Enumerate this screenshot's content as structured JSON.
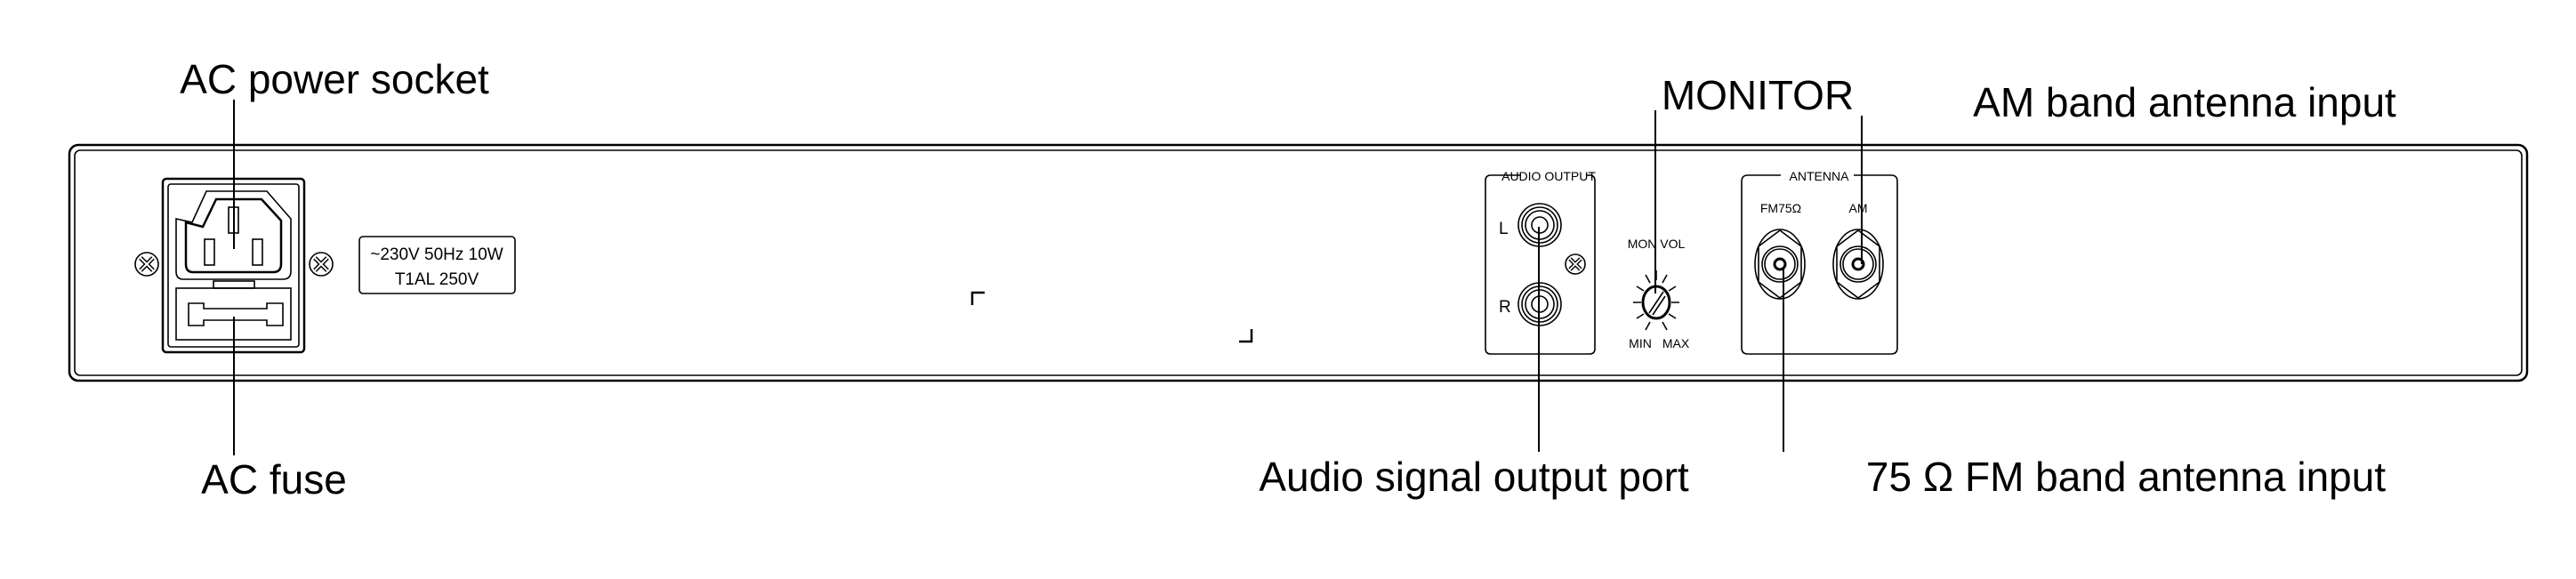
{
  "callouts": {
    "ac_power_socket": "AC power socket",
    "ac_fuse": "AC fuse",
    "audio_output_port": "Audio signal output port",
    "monitor": "MONITOR",
    "am_antenna": "AM band antenna input",
    "fm_antenna": "75 Ω FM band antenna input"
  },
  "panel": {
    "rating_line1": "~230V  50Hz  10W",
    "rating_line2": "T1AL  250V",
    "audio_output_title": "AUDIO  OUTPUT",
    "left_label": "L",
    "right_label": "R",
    "mon_vol": "MON VOL",
    "min": "MIN",
    "max": "MAX",
    "antenna_title": "ANTENNA",
    "fm_label": "FM75Ω",
    "am_label": "AM"
  }
}
